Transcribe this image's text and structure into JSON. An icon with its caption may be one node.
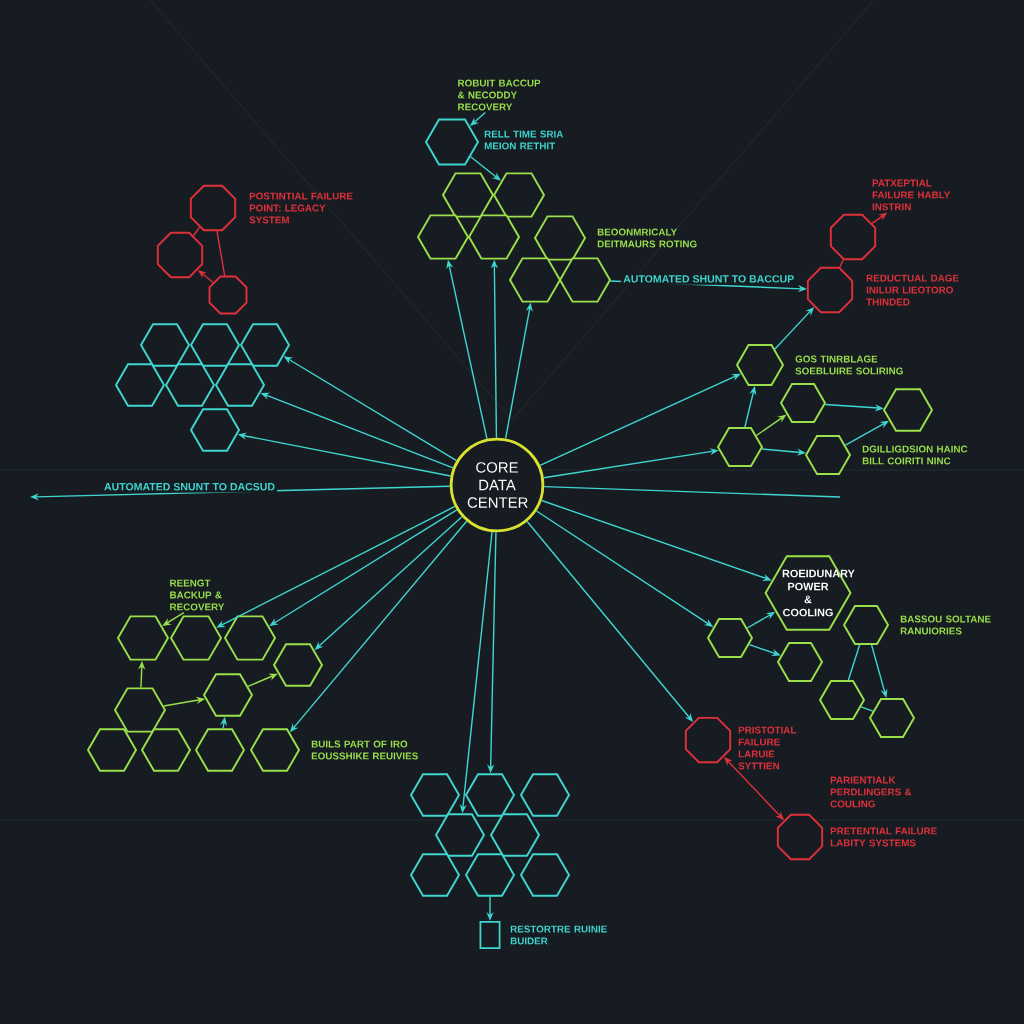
{
  "diagram": {
    "nodes": [
      {
        "text": [
          "CORE DATA CENTER"
        ]
      },
      {
        "text": [],
        "shape": "hexagon",
        "beside": [
          "RELL TIME SRIA MEION RETHIT"
        ]
      },
      {
        "text": [],
        "shape": "hexagon"
      },
      {
        "text": [],
        "shape": "hexagon"
      },
      {
        "text": [],
        "shape": "hexagon"
      },
      {
        "text": [],
        "shape": "hexagon"
      },
      {
        "text": [],
        "shape": "hexagon",
        "beside": [
          "BEOONMRICALY DEITMAURS ROTING"
        ]
      },
      {
        "text": [],
        "shape": "hexagon"
      },
      {
        "text": [],
        "shape": "hexagon"
      },
      {
        "text": [
          "ROBUIT BACCUP & NECODDY RECOVERY"
        ]
      },
      {
        "text": [],
        "shape": "octagon",
        "beside": [
          "POSTINTIAL FAILURE POINT: LEGACY SYSTEM"
        ]
      },
      {
        "text": [],
        "shape": "octagon"
      },
      {
        "text": [],
        "shape": "octagon"
      },
      {
        "text": [],
        "shape": "hexagon"
      },
      {
        "text": [],
        "shape": "hexagon"
      },
      {
        "text": [],
        "shape": "hexagon"
      },
      {
        "text": [],
        "shape": "hexagon"
      },
      {
        "text": [],
        "shape": "hexagon"
      },
      {
        "text": [],
        "shape": "hexagon"
      },
      {
        "text": [],
        "shape": "hexagon"
      },
      {
        "text": [],
        "shape": "octagon"
      },
      {
        "text": [],
        "shape": "octagon",
        "beside": [
          "REDUCTUAL DAGE INILUR LIEOTORO THINDED"
        ]
      },
      {
        "text": [
          "PATXEPTIAL FAILURE HABLY INSTRIN"
        ]
      },
      {
        "text": [],
        "shape": "hexagon",
        "beside": [
          "GOS TINRBLAGE SOEBLUIRE SOLIRING"
        ]
      },
      {
        "text": [],
        "shape": "hexagon"
      },
      {
        "text": [],
        "shape": "hexagon"
      },
      {
        "text": [],
        "shape": "hexagon"
      },
      {
        "text": [],
        "shape": "hexagon",
        "beside": [
          "DGILLIGDSION HAINC BILL COIRITI NINC"
        ]
      },
      {
        "text": [
          "ROEIDUNARY POWER & COOLING"
        ]
      },
      {
        "text": [],
        "shape": "hexagon",
        "beside": [
          "BASSOU SOLTANE RANUIORIES"
        ]
      },
      {
        "text": [],
        "shape": "hexagon"
      },
      {
        "text": [],
        "shape": "hexagon"
      },
      {
        "text": [],
        "shape": "hexagon"
      },
      {
        "text": [],
        "shape": "hexagon"
      },
      {
        "text": [],
        "shape": "octagon",
        "beside": [
          "PRISTOTIAL FAILURE LARUIE SYTTIEN"
        ]
      },
      {
        "text": [],
        "shape": "octagon",
        "beside": [
          "PARIENTIALK PERDLINGERS & COULING",
          "PRETENTIAL FAILURE LABITY SYSTEMS"
        ]
      },
      {
        "text": [
          "REENGT BACKUP & RECOVERY"
        ]
      },
      {
        "text": [],
        "shape": "hexagon"
      },
      {
        "text": [],
        "shape": "hexagon"
      },
      {
        "text": [],
        "shape": "hexagon"
      },
      {
        "text": [],
        "shape": "hexagon"
      },
      {
        "text": [],
        "shape": "hexagon"
      },
      {
        "text": [],
        "shape": "hexagon"
      },
      {
        "text": [],
        "shape": "hexagon"
      },
      {
        "text": [],
        "shape": "hexagon"
      },
      {
        "text": [],
        "shape": "hexagon"
      },
      {
        "text": [],
        "shape": "hexagon",
        "beside": [
          "BUILS PART OF IRO EOUSSHIKE REUIVIES"
        ]
      },
      {
        "text": [],
        "shape": "hexagon"
      },
      {
        "text": [],
        "shape": "hexagon"
      },
      {
        "text": [],
        "shape": "hexagon"
      },
      {
        "text": [],
        "shape": "hexagon"
      },
      {
        "text": [],
        "shape": "hexagon"
      },
      {
        "text": [],
        "shape": "hexagon"
      },
      {
        "text": [],
        "shape": "hexagon"
      },
      {
        "text": [],
        "shape": "hexagon"
      },
      {
        "text": [],
        "shape": "box",
        "beside": [
          "RESTORTRE RUINIE BUIDER"
        ]
      }
    ],
    "edges": [
      {
        "from": 0,
        "to": 4,
        "arrow": "to"
      },
      {
        "from": 0,
        "to": 5,
        "arrow": "to"
      },
      {
        "from": 0,
        "to": 7,
        "arrow": "to"
      },
      {
        "from": 0,
        "to": 15,
        "arrow": "to"
      },
      {
        "from": 0,
        "to": 18,
        "arrow": "to"
      },
      {
        "from": 0,
        "to": 19,
        "arrow": "to"
      },
      {
        "from": 0,
        "to": 23,
        "arrow": "to"
      },
      {
        "from": 0,
        "to": 25,
        "arrow": "to"
      },
      {
        "from": 0,
        "to": null,
        "arrow": "to",
        "label": "AUTOMATED SNUNT TO DACSUD"
      },
      {
        "from": 0,
        "to": null,
        "arrow": "none"
      },
      {
        "from": 0,
        "to": 28,
        "arrow": "to"
      },
      {
        "from": 0,
        "to": 30,
        "arrow": "to"
      },
      {
        "from": 0,
        "to": 34,
        "arrow": "to"
      },
      {
        "from": 0,
        "to": 38,
        "arrow": "to"
      },
      {
        "from": 0,
        "to": 39,
        "arrow": "to"
      },
      {
        "from": 0,
        "to": 40,
        "arrow": "to"
      },
      {
        "from": 0,
        "to": 46,
        "arrow": "to"
      },
      {
        "from": 0,
        "to": 48,
        "arrow": "to"
      },
      {
        "from": 0,
        "to": 50,
        "arrow": "to"
      },
      {
        "from": 53,
        "to": 55,
        "arrow": "to"
      },
      {
        "from": 9,
        "to": 1,
        "arrow": "to"
      },
      {
        "from": 1,
        "to": 3,
        "arrow": "to"
      },
      {
        "from": 8,
        "to": 21,
        "arrow": "to",
        "label": "AUTOMATED SHUNT TO BACCUP"
      },
      {
        "from": 20,
        "to": 22,
        "arrow": "to",
        "color": "#e0303a"
      },
      {
        "from": 20,
        "to": 21,
        "arrow": "none",
        "color": "#e0303a"
      },
      {
        "from": 10,
        "to": 11,
        "arrow": "none",
        "color": "#e0303a"
      },
      {
        "from": 10,
        "to": 12,
        "arrow": "none",
        "color": "#e0303a"
      },
      {
        "from": 12,
        "to": 11,
        "arrow": "to",
        "color": "#e0303a"
      },
      {
        "from": 23,
        "to": 21,
        "arrow": "to"
      },
      {
        "from": 25,
        "to": 23,
        "arrow": "to"
      },
      {
        "from": 25,
        "to": 24,
        "arrow": "to",
        "color": "#9be04a"
      },
      {
        "from": 24,
        "to": 26,
        "arrow": "to"
      },
      {
        "from": 25,
        "to": 27,
        "arrow": "to"
      },
      {
        "from": 27,
        "to": 26,
        "arrow": "to"
      },
      {
        "from": 30,
        "to": 28,
        "arrow": "to"
      },
      {
        "from": 30,
        "to": 31,
        "arrow": "to"
      },
      {
        "from": 29,
        "to": 33,
        "arrow": "to"
      },
      {
        "from": 29,
        "to": 32,
        "arrow": "none"
      },
      {
        "from": 32,
        "to": 33,
        "arrow": "none"
      },
      {
        "from": 34,
        "to": 35,
        "arrow": "both",
        "color": "#e0303a"
      },
      {
        "from": 36,
        "to": 37,
        "arrow": "to",
        "color": "#9be04a"
      },
      {
        "from": 42,
        "to": 37,
        "arrow": "to",
        "color": "#9be04a"
      },
      {
        "from": 42,
        "to": 41,
        "arrow": "to",
        "color": "#9be04a"
      },
      {
        "from": 41,
        "to": 40,
        "arrow": "to",
        "color": "#9be04a"
      },
      {
        "from": 45,
        "to": 41,
        "arrow": "to"
      }
    ]
  }
}
